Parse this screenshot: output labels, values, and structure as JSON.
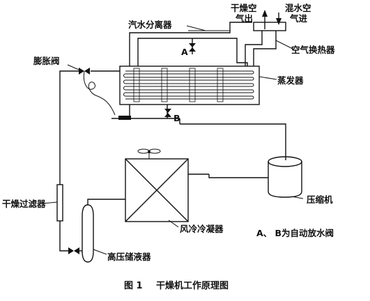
{
  "labels": {
    "separator": "汽水分离器",
    "dry_air_out_line1": "干燥空",
    "dry_air_out_line2": "气出",
    "wet_air_in_line1": "混水空",
    "wet_air_in_line2": "气进",
    "valve_a": "A",
    "valve_b": "B",
    "expansion_valve": "膨胀阀",
    "air_heat_exchanger": "空气换热器",
    "evaporator": "蒸发器",
    "compressor": "压缩机",
    "dryer_filter": "干燥过滤器",
    "air_cooled_condenser": "风冷冷凝器",
    "receiver": "高压储液器",
    "note": "A、 B为自动放水阀"
  },
  "caption": {
    "number": "图 1",
    "title": "干燥机工作原理图"
  }
}
